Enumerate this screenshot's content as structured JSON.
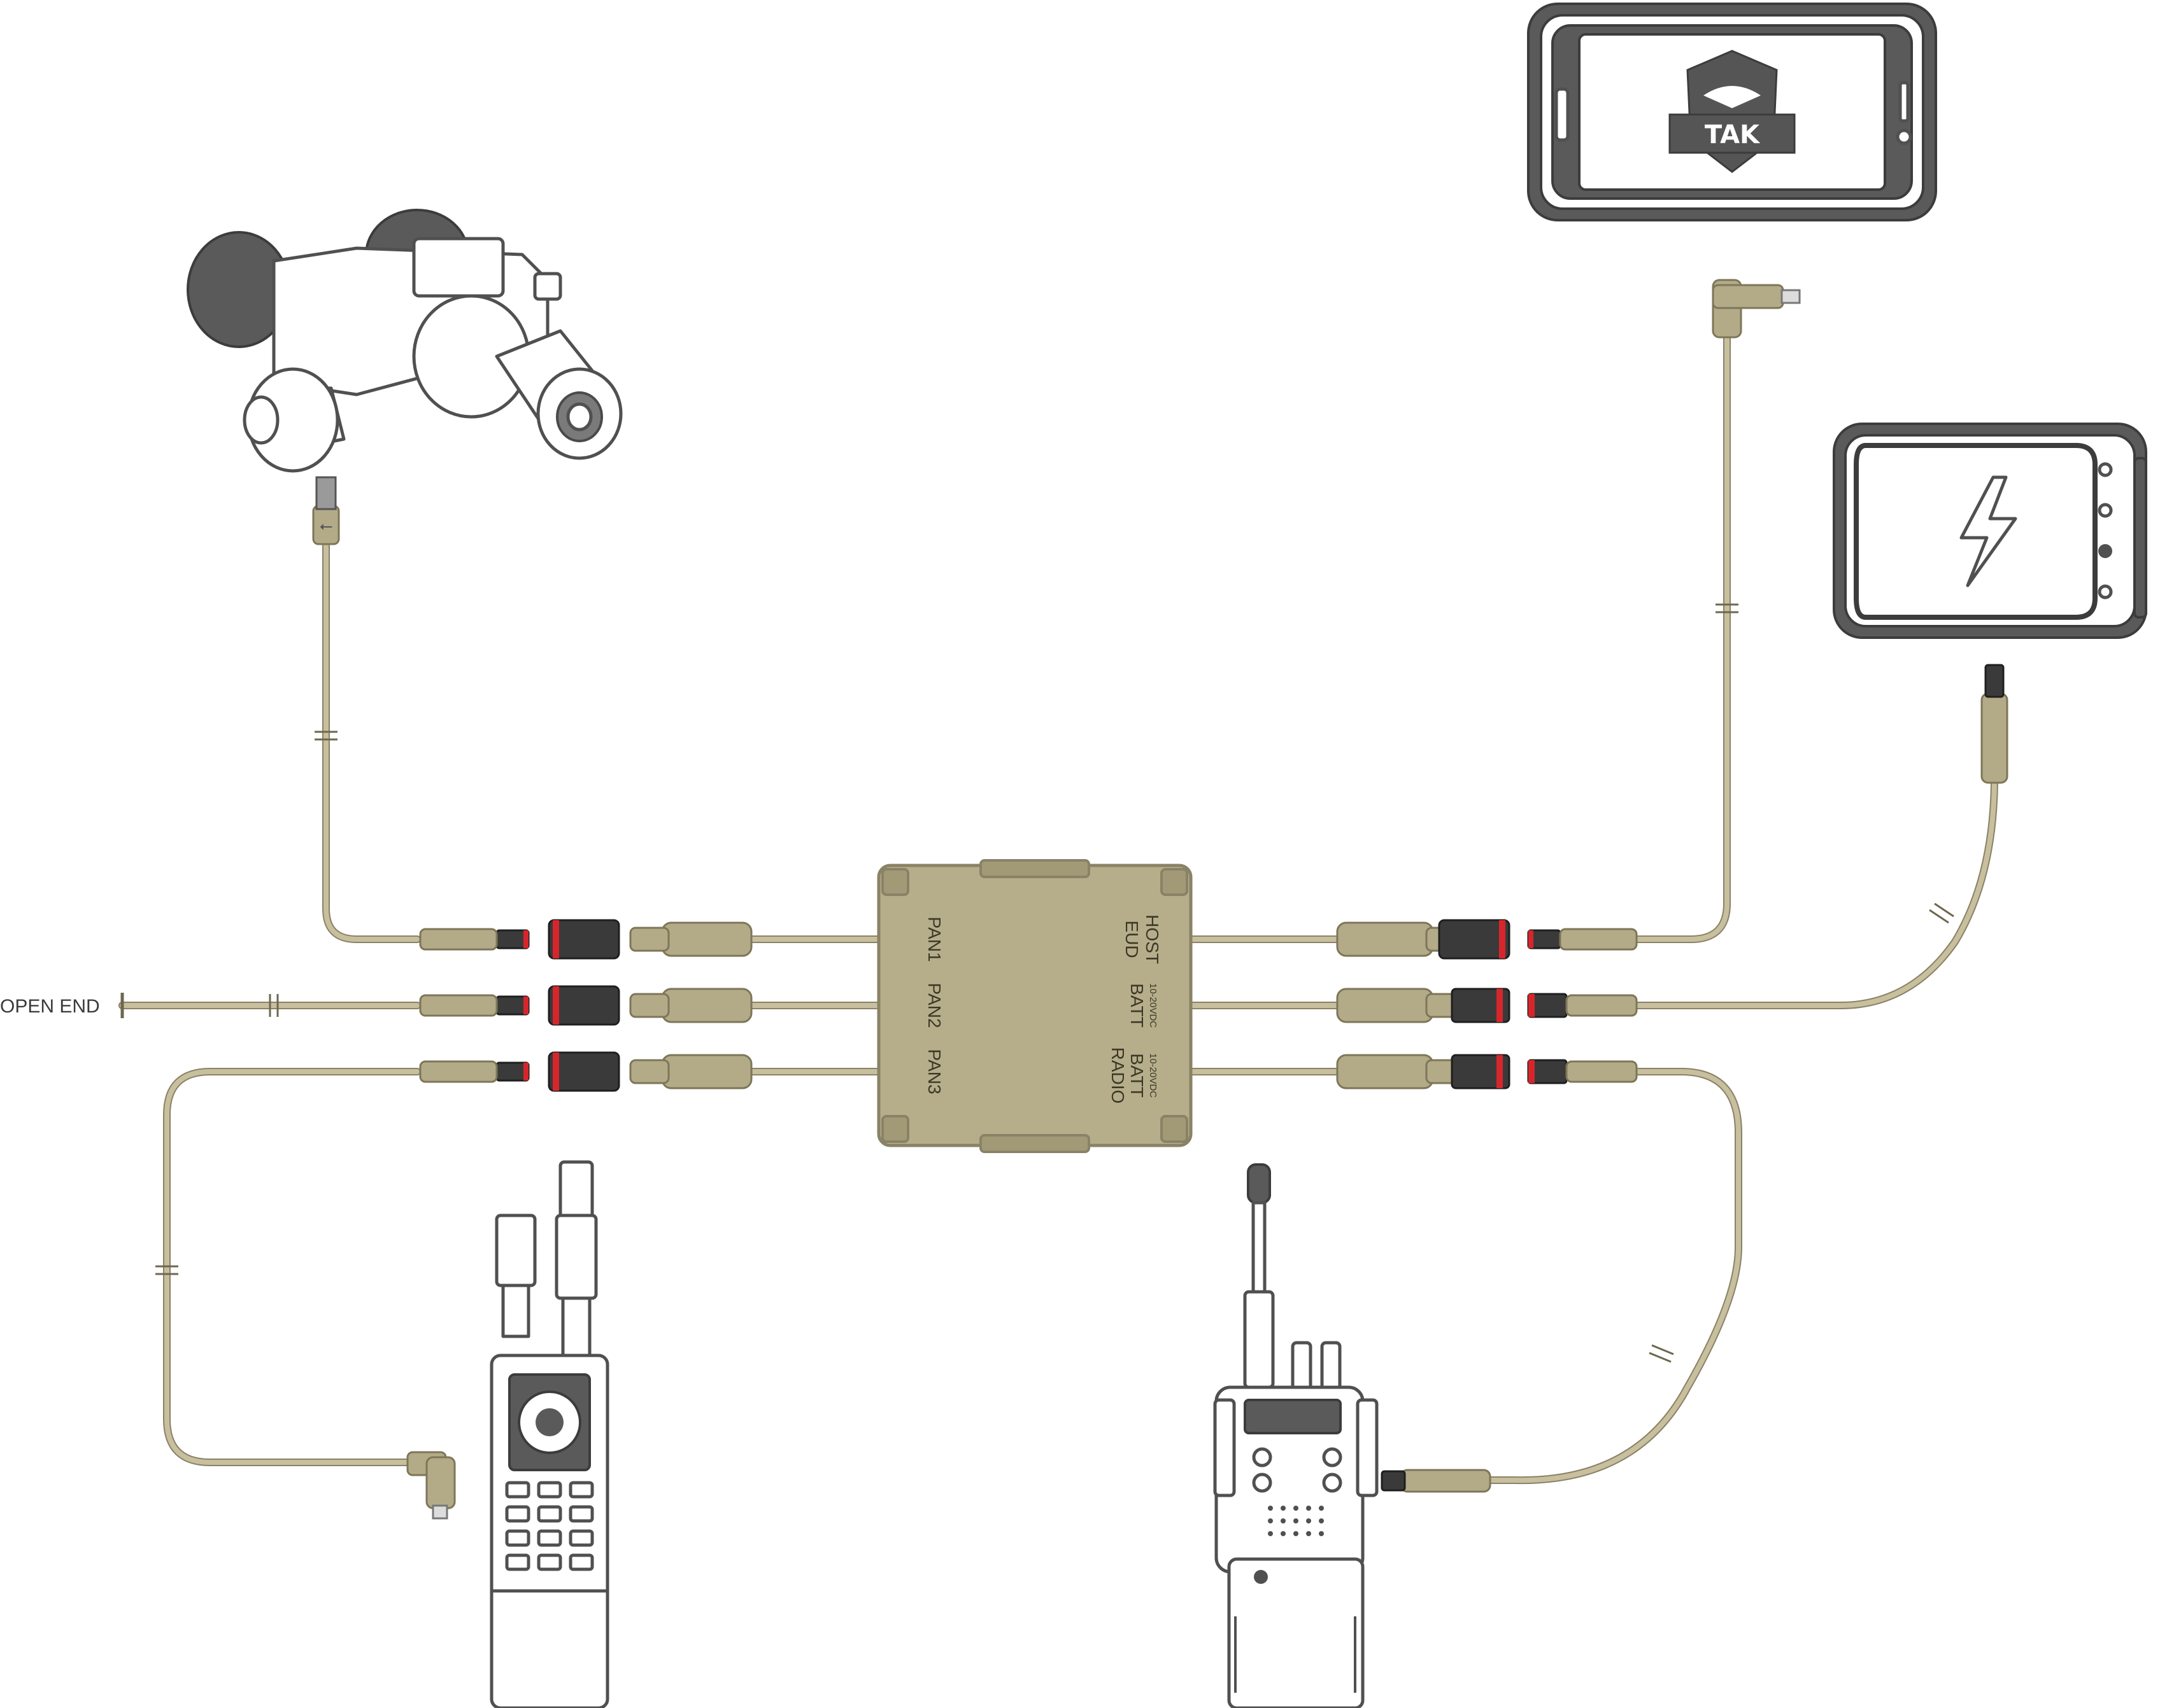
{
  "hub": {
    "ports_left": [
      {
        "label": "PAN1"
      },
      {
        "label": "PAN2"
      },
      {
        "label": "PAN3"
      }
    ],
    "ports_right": [
      {
        "label": "EUD",
        "label2": "HOST",
        "sub": ""
      },
      {
        "label": "BATT",
        "label2": "",
        "sub": "10-20VDC"
      },
      {
        "label": "RADIO",
        "label2": "BATT",
        "sub": "10-20VDC"
      }
    ]
  },
  "open_end_label": "OPEN END",
  "tablet_logo_text": "TAK",
  "icons": {
    "battery_symbol": "lightning-bolt-icon",
    "usb_symbol": "usb-icon",
    "tak_logo": "tak-shield-eagle-icon"
  },
  "colors": {
    "cable": "#c8bf9e",
    "hub": "#b6ae8b",
    "connector_accent": "#d7262b",
    "device_outline": "#505050"
  }
}
